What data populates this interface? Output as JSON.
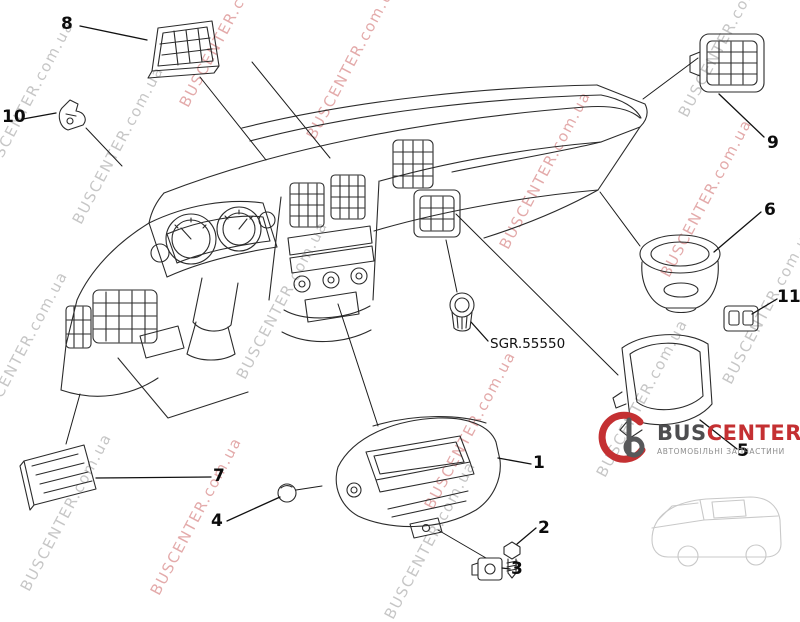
{
  "watermark": {
    "text": "BUSCENTER.com.ua"
  },
  "diagram": {
    "part_code_label": "SGR.55550",
    "callouts": [
      {
        "label": "8"
      },
      {
        "label": "10"
      },
      {
        "label": "9"
      },
      {
        "label": "6"
      },
      {
        "label": "11"
      },
      {
        "label": "5"
      },
      {
        "label": "1"
      },
      {
        "label": "7"
      },
      {
        "label": "4"
      },
      {
        "label": "2"
      },
      {
        "label": "3"
      }
    ]
  },
  "logo": {
    "brand_bus": "BUS",
    "brand_center": "CENTER",
    "tagline": "АВТОМОБІЛЬНІ ЗАПЧАСТИНИ"
  }
}
